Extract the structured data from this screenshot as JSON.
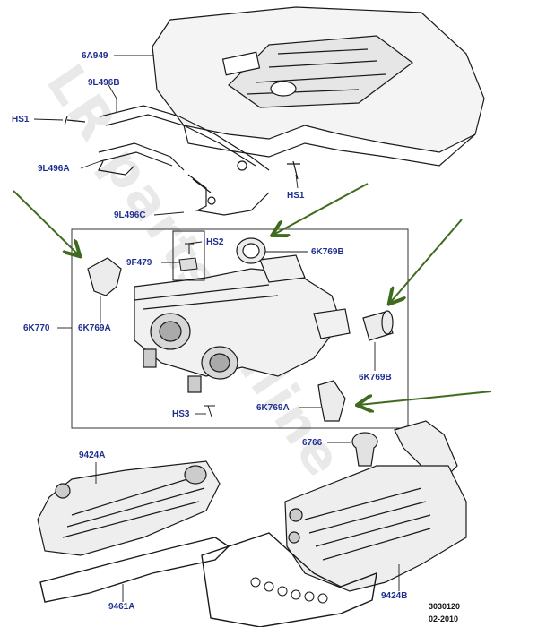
{
  "labels": {
    "engine_cover": "6A949",
    "bracket_upper": "9L496B",
    "bolt_left": "HS1",
    "bracket_lower": "9L496A",
    "bolt_right": "HS1",
    "bracket_c": "9L496C",
    "sensor_bolt": "HS2",
    "sensor": "9F479",
    "hose_top": "6K769B",
    "intake_assembly": "6K770",
    "hose_left": "6K769A",
    "hose_right": "6K769B",
    "throttle_bolt": "HS3",
    "hose_bottom": "6K769A",
    "cap": "6766",
    "cam_cover_left": "9424A",
    "gasket": "9461A",
    "cam_cover_right": "9424B"
  },
  "footer": {
    "diagram_number": "3030120",
    "date_code": "02-2010"
  },
  "colors": {
    "label": "#1f2f8f",
    "arrow": "#3f6b1f",
    "line": "#1a1a1a"
  },
  "watermark_visible": true
}
